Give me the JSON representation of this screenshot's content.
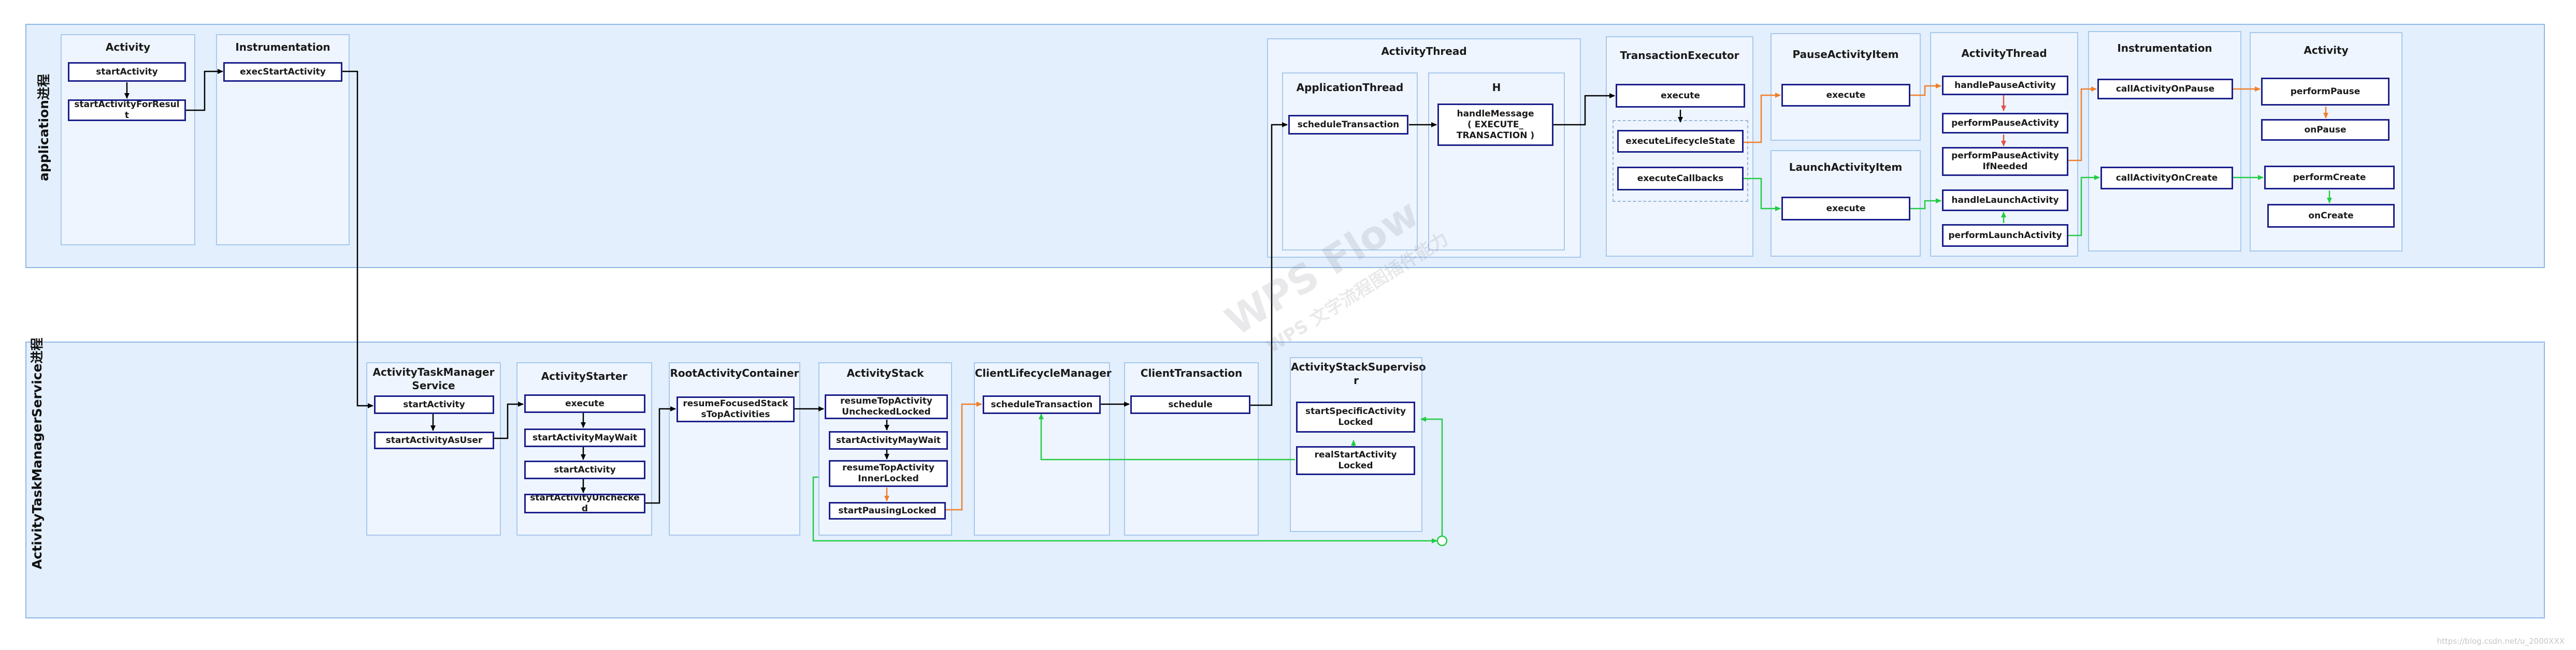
{
  "colors": {
    "lane_fill": "#e3effd",
    "node_border": "#1b1f8a",
    "black_arrow": "#000000",
    "orange_arrow": "#f07f2a",
    "green_arrow": "#22cc44",
    "red_arrow": "#e0504a"
  },
  "lanes": {
    "application": "application进程",
    "service": "ActivityTaskManagerService进程"
  },
  "groups": {
    "activity_app": "Activity",
    "instrumentation_app": "Instrumentation",
    "activitythread_outer": "ActivityThread",
    "applicationthread": "ApplicationThread",
    "h": "H",
    "transactionexecutor": "TransactionExecutor",
    "pauseactivityitem": "PauseActivityItem",
    "launchactivityitem": "LaunchActivityItem",
    "activitythread_right": "ActivityThread",
    "instrumentation_right": "Instrumentation",
    "activity_right": "Activity",
    "atms": "ActivityTaskManager\nService",
    "activitystarter": "ActivityStarter",
    "rootactivitycontainer": "RootActivityContainer",
    "activitystack": "ActivityStack",
    "clientlifecyclemanager": "ClientLifecycleManager",
    "clienttransaction": "ClientTransaction",
    "activitystacksupervisor": "ActivityStackSuperviso\nr"
  },
  "nodes": {
    "startActivity_app": "startActivity",
    "startActivityForResult": "startActivityForResul\nt",
    "execStartActivity": "execStartActivity",
    "scheduleTransaction_app": "scheduleTransaction",
    "handleMessage": "handleMessage\n( EXECUTE_\nTRANSACTION )",
    "execute_te": "execute",
    "executeLifecycleState": "executeLifecycleState",
    "executeCallbacks": "executeCallbacks",
    "execute_pause": "execute",
    "execute_launch": "execute",
    "handlePauseActivity": "handlePauseActivity",
    "performPauseActivity": "performPauseActivity",
    "performPauseActivityIfNeeded": "performPauseActivity\nIfNeeded",
    "handleLaunchActivity": "handleLaunchActivity",
    "performLaunchActivity": "performLaunchActivity",
    "callActivityOnPause": "callActivityOnPause",
    "callActivityOnCreate": "callActivityOnCreate",
    "performPause": "performPause",
    "onPause": "onPause",
    "performCreate": "performCreate",
    "onCreate": "onCreate",
    "startActivity_atms": "startActivity",
    "startActivityAsUser": "startActivityAsUser",
    "execute_starter": "execute",
    "startActivityMayWait_starter": "startActivityMayWait",
    "startActivity_starter": "startActivity",
    "startActivityUnchecked": "startActivityUnchecke\nd",
    "resumeFocusedStackTopActivities": "resumeFocusedStack\nsTopActivities",
    "resumeTopActivityUncheckedLocked": "resumeTopActivity\nUncheckedLocked",
    "startActivityMayWait_stack": "startActivityMayWait",
    "resumeTopActivityInnerLocked": "resumeTopActivity\nInnerLocked",
    "startPausingLocked": "startPausingLocked",
    "scheduleTransaction_svc": "scheduleTransaction",
    "schedule": "schedule",
    "startSpecificActivityLocked": "startSpecificActivity\nLocked",
    "realStartActivityLocked": "realStartActivity\nLocked"
  },
  "watermark": {
    "line1": "WPS Flow",
    "line2": "WPS 文字流程图插件能力"
  },
  "credit": "https://blog.csdn.net/u_2000XXX"
}
